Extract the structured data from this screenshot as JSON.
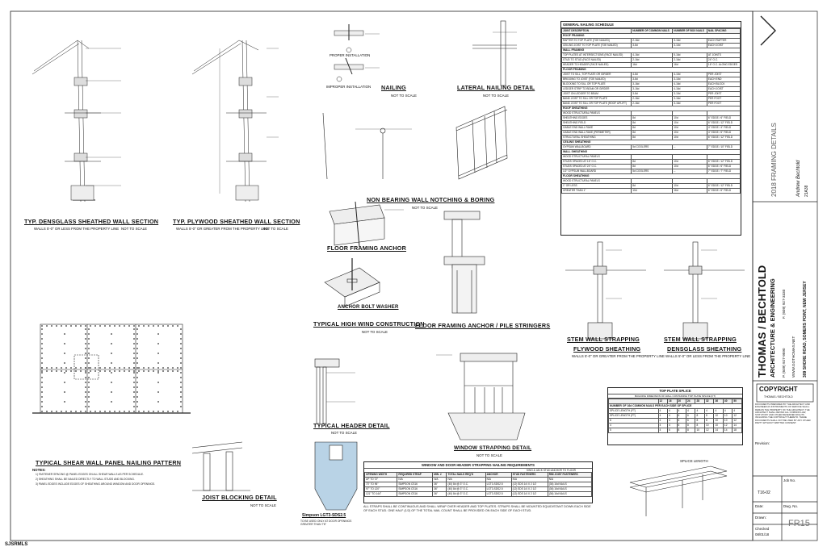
{
  "details": {
    "densglass_title": "TYP. DENSGLASS SHEATHED WALL SECTION",
    "densglass_sub": "WALLS 5'-0\" OR LESS FROM THE PROPERTY LINE",
    "densglass_scale": "NOT TO SCALE",
    "plywood_title": "TYP. PLYWOOD SHEATHED WALL SECTION",
    "plywood_sub": "WALLS 5'-0\" OR GREATER FROM THE PROPERTY LINE",
    "plywood_scale": "NOT TO SCALE",
    "nailing_title": "NAILING",
    "nailing_scale": "NOT TO SCALE",
    "proper_install": "PROPER INSTALLATION",
    "improper_install": "IMPROPER INSTALLATION",
    "lateral_title": "LATERAL NAILING DETAIL",
    "lateral_scale": "NOT TO SCALE",
    "notching_title": "NON BEARING WALL NOTCHING & BORING",
    "notching_scale": "NOT TO SCALE",
    "floor_anchor_title": "FLOOR FRAMING ANCHOR",
    "anchor_bolt_title": "ANCHOR BOLT WASHER",
    "high_wind_title": "TYPICAL HIGH WIND CONSTRUCTION",
    "high_wind_scale": "NOT TO SCALE",
    "pile_title": "FLOOR FRAMING ANCHOR / PILE STRINGERS",
    "stem_flywood_title": "STEM WALL STRAPPING",
    "stem_flywood_sub": "FLYWOOD SHEATHING",
    "stem_flywood_note": "WALLS 5'-0\" OR GREATER FROM THE PROPERTY LINE",
    "stem_dens_title": "STEM WALL STRAPPING",
    "stem_dens_sub": "DENSGLASS SHEATHING",
    "stem_dens_note": "WALLS 5'-0\" OR LESS FROM THE PROPERTY LINE",
    "shear_title": "TYPICAL SHEAR WALL PANEL NAILING PATTERN",
    "header_title": "TYPICAL HEADER DETAIL",
    "header_scale": "NOT TO SCALE",
    "window_title": "WINDOW STRAPPING DETAIL",
    "window_scale": "NOT TO SCALE",
    "joist_title": "JOIST BLOCKING DETAIL",
    "joist_scale": "NOT TO SCALE",
    "simpson_title": "Simpson LGT3-SDS2.5",
    "simpson_note": "TO BE USED ONLY AT DOOR OPENINGS GREATER THAN 7'8\"",
    "top_plate_title": "TOP PLATE SPLICE",
    "splice_length": "SPLICE LENGTH"
  },
  "notes": {
    "heading": "NOTES:",
    "items": [
      "1) FASTENER SPACING @ PANEL EDGES ON ALL SHEAR WALLS AS PER SCHEDULE.",
      "2) SHEATHING SHALL BE NAILED DIRECTLY TO WALL STUDS AND BLOCKING.",
      "3) PANEL EDGES INCLUDE EDGES OF SHEATHING AROUND WINDOW AND DOOR OPENINGS."
    ],
    "straps_note": "ALL STRAPS SHALL BE CONTINUOUS AND SHALL WRAP OVER HEADER AND TOP PLATES. STRAPS SHALL BE MOUNTED EQUIDISTANT DOWN EACH SIDE OF EACH STUD. ONE HALF (1/2) OF THE TOTAL NAIL COUNT SHALL BE PROVIDED ON EACH SIDE OF EACH STUD."
  },
  "nailing_schedule": {
    "title": "GENERAL NAILING SCHEDULE",
    "headers": [
      "JOINT DESCRIPTION",
      "NUMBER OF COMMON NAILS",
      "NUMBER OF BOX NAILS",
      "NAIL SPACING"
    ],
    "sections": [
      {
        "name": "ROOF FRAMING",
        "rows": [
          [
            "RAFTER TO TOP PLATE (TOE NAILED)",
            "2-16d",
            "3-16d",
            "EACH RAFTER"
          ],
          [
            "CEILING JOIST TO TOP PLATE (TOE NAILED)",
            "3-8d",
            "3-10d",
            "EACH JOIST"
          ]
        ]
      },
      {
        "name": "WALL FRAMING",
        "rows": [
          [
            "TOP PLATES AT INTERSECTIONS (FACE NAILED)",
            "4-16d",
            "5-16d",
            "AT JOINTS"
          ],
          [
            "STUD TO STUD (FACE NAILED)",
            "2-16d",
            "2-16d",
            "24\" O.C."
          ],
          [
            "HEADER TO HEADER (FACE NAILED)",
            "16d",
            "16d",
            "16\" O.C. ALONG EDGES"
          ]
        ]
      },
      {
        "name": "FLOOR FRAMING",
        "rows": [
          [
            "JOIST TO SILL, TOP PLATE OR GIRDER",
            "4-8d",
            "4-10d",
            "PER JOIST"
          ],
          [
            "BRIDGING TO JOIST (TOE NAILED)",
            "3-8d",
            "3-10d",
            "EACH END"
          ],
          [
            "BLOCKING TO SILL OR TOP PLATE",
            "3-16d",
            "4-16d",
            "EACH BLOCK"
          ],
          [
            "LEDGER STRIP TO BEAM OR GIRDER",
            "3-16d",
            "4-16d",
            "EACH JOIST"
          ],
          [
            "JOIST ON LEDGER TO BEAM",
            "3-8d",
            "3-10d",
            "PER JOIST"
          ],
          [
            "BAND JOIST TO SILL OR TOP PLATE",
            "2-16d",
            "3-16d",
            "PER FOOT"
          ],
          [
            "BAND JOIST TO SILL OR TOP PLATE (ROOF UPLIFT)",
            "2-16d",
            "3-16d",
            "PER FOOT"
          ]
        ]
      },
      {
        "name": "ROOF SHEATHING",
        "rows": [
          [
            "WOOD STRUCTURAL PANELS",
            "",
            "",
            ""
          ],
          [
            "SHEATHING EDGES",
            "8d",
            "10d",
            "6\" EDGE / 6\" FIELD"
          ],
          [
            "SHEATHING FIELD",
            "8d",
            "10d",
            "6\" EDGE / 12\" FIELD"
          ],
          [
            "GABLE END WALL RAKE",
            "8d",
            "10d",
            "4\" EDGE / 4\" FIELD"
          ],
          [
            "GABLE END WALL RAKE (PERIMETER)",
            "8d",
            "10d",
            "4\" EDGE / 6\" FIELD"
          ],
          [
            "STRUCTURAL SHEATHING",
            "8d",
            "10d",
            "6\" EDGE / 12\" FIELD"
          ]
        ]
      },
      {
        "name": "CEILING SHEATHING",
        "rows": [
          [
            "GYPSUM WALLBOARD",
            "5d COOLERS",
            "--",
            "7\" EDGE / 10\" FIELD"
          ]
        ]
      },
      {
        "name": "WALL SHEATHING",
        "rows": [
          [
            "WOOD STRUCTURAL PANELS",
            "",
            "",
            ""
          ],
          [
            "STUDS SPACED AT 16\" O.C.",
            "8d",
            "10d",
            "6\" EDGE / 12\" FIELD"
          ],
          [
            "STUDS SPACED AT 24\" O.C.",
            "8d",
            "10d",
            "6\" EDGE / 6\" FIELD"
          ],
          [
            "1/2\" GYPSUM WALLBOARD",
            "5d COOLERS",
            "--",
            "7\" EDGE / 7\" FIELD"
          ]
        ]
      },
      {
        "name": "FLOOR SHEATHING",
        "rows": [
          [
            "WOOD STRUCTURAL PANELS",
            "",
            "",
            ""
          ],
          [
            "1\" OR LESS",
            "8d",
            "10d",
            "6\" EDGE / 12\" FIELD"
          ],
          [
            "GREATER THAN 1\"",
            "10d",
            "16d",
            "6\" EDGE / 6\" FIELD"
          ]
        ]
      }
    ]
  },
  "strapping_table": {
    "title": "WINDOW AND DOOR HEADER STRAPPING NAILING REQUIREMENTS",
    "group_right": "KING & JACK STUD ANCHOR TO FLOOR",
    "headers": [
      "OPENING WIDTH",
      "REQUIRED STRAP",
      "MIN. #",
      "TOTAL NAILS REQ'D",
      "ANCHOR",
      "STUD FASTENERS",
      "RIM JOIST FASTENERS"
    ],
    "rows": [
      [
        "UP TO 72\"",
        "N/A",
        "N/A",
        "N/A",
        "N/A",
        "N/A",
        "N/A"
      ],
      [
        "73\" TO 96\"",
        "SIMPSON CS16",
        "36\"",
        "(40) 8d @ 3\" O.C.",
        "LGT3-SDS2.5",
        "(12) SDS 1/4 X 2 1/2",
        "(36) 16d NAILS"
      ],
      [
        "97\" TO 120\"",
        "SIMPSON CS16",
        "36\"",
        "(40) 8d @ 3\" O.C.",
        "LGT3-SDS2.5",
        "(12) SDS 1/4 X 2 1/2",
        "(36) 16d NAILS"
      ],
      [
        "121\" TO 144\"",
        "SIMPSON CS16",
        "36\"",
        "(40) 8d @ 3\" O.C.",
        "LGT3-SDS2.5",
        "(12) SDS 1/4 X 2 1/2",
        "(36) 16d NAILS"
      ]
    ]
  },
  "splice_table": {
    "title": "TOP PLATE SPLICE",
    "row_head": "BUILDING DIMENSION OF WALL CONTAINING TOP PLATE SPLICE (FT)",
    "cols": [
      "12",
      "16",
      "20",
      "24",
      "28",
      "32",
      "36",
      "40",
      "50"
    ],
    "rows": [
      [
        "SPLICE LENGTH (FT)",
        "4",
        "4",
        "4",
        "4",
        "4",
        "4",
        "4",
        "4",
        "4"
      ],
      [
        "SPLICE LENGTH (FT)",
        "4",
        "4",
        "6",
        "6",
        "8",
        "8",
        "10",
        "10",
        "12"
      ],
      [
        "8",
        "4",
        "4",
        "6",
        "6",
        "8",
        "8",
        "10",
        "10",
        "12"
      ],
      [
        "4",
        "4",
        "4",
        "6",
        "8",
        "8",
        "10",
        "10",
        "12",
        "14"
      ],
      [
        "5",
        "4",
        "6",
        "8",
        "8",
        "10",
        "12",
        "14",
        "14",
        "18"
      ]
    ],
    "subhead": "NUMBER OF 16d COMMON NAILS PER EACH SIDE OF SPLICE"
  },
  "title_block": {
    "firm_line1": "THOMAS / BECHTOLD",
    "firm_line2": "ARCHITECTURE & ENGINEERING",
    "address": "309 SHORE ROAD, SOMERS POINT, NEW JERSEY",
    "phone": "P. (609) 927-9590",
    "fax": "F. (609) 927-3330",
    "web": "WWW.GOTHOMAS.NET",
    "drawing_title": "2018 FRAMING DETAILS",
    "architect_name": "Andrew Bechtold",
    "architect_license": "21A38",
    "copyright_heading": "COPYRIGHT",
    "copyright_sub": "THOMAS / BECHTOLD",
    "copyright_text": "DOCUMENTS PREPARED BY THE ARCHITECT AND ENGINEER AS INSTRUMENTS OF SERVICE SHALL REMAIN THE PROPERTY OF THE ARCHITECT. THE ARCHITECT SHALL RETAIN ALL COMMON LAW, STATUTORY AND OTHER RESERVED RIGHTS INCLUDING THE COPYRIGHT THERETO. THESE DOCUMENTS SHALL NOT BE USED BY ANY OTHER PARTY WITHOUT WRITTEN CONSENT.",
    "revision_label": "Revision:",
    "job_label": "Job No.",
    "job_no": "T16-02",
    "date_label": "Date:",
    "drawn_label": "Drawn:",
    "checked_label": "Checked",
    "checked_date": "08/01/18",
    "dwg_label": "Dwg. No.",
    "dwg_no": "FR15"
  },
  "watermark": "SJSRMLS"
}
